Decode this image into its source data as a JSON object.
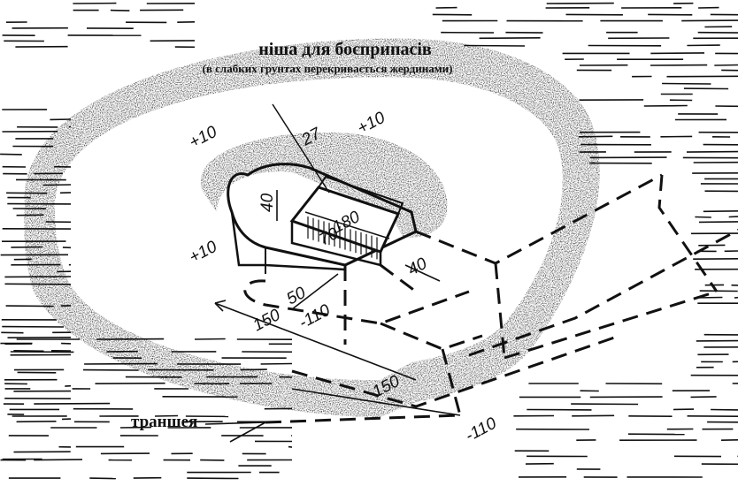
{
  "diagram": {
    "title": "ніша для боєприпасів",
    "subtitle": "(в слабких грунтах перекривається жердинами)",
    "trench_label": "траншея",
    "heights": {
      "parapet_left": "+10",
      "parapet_right": "+10",
      "parapet_front": "+10",
      "floor": "-110",
      "trench_floor": "-110"
    },
    "dimensions": {
      "niche_depth": "40",
      "niche_length": "180",
      "niche_width": "70",
      "step_width": "40",
      "wall_offset": "50",
      "pit_width": "150",
      "trench_width": "150",
      "small_label": "27"
    }
  }
}
